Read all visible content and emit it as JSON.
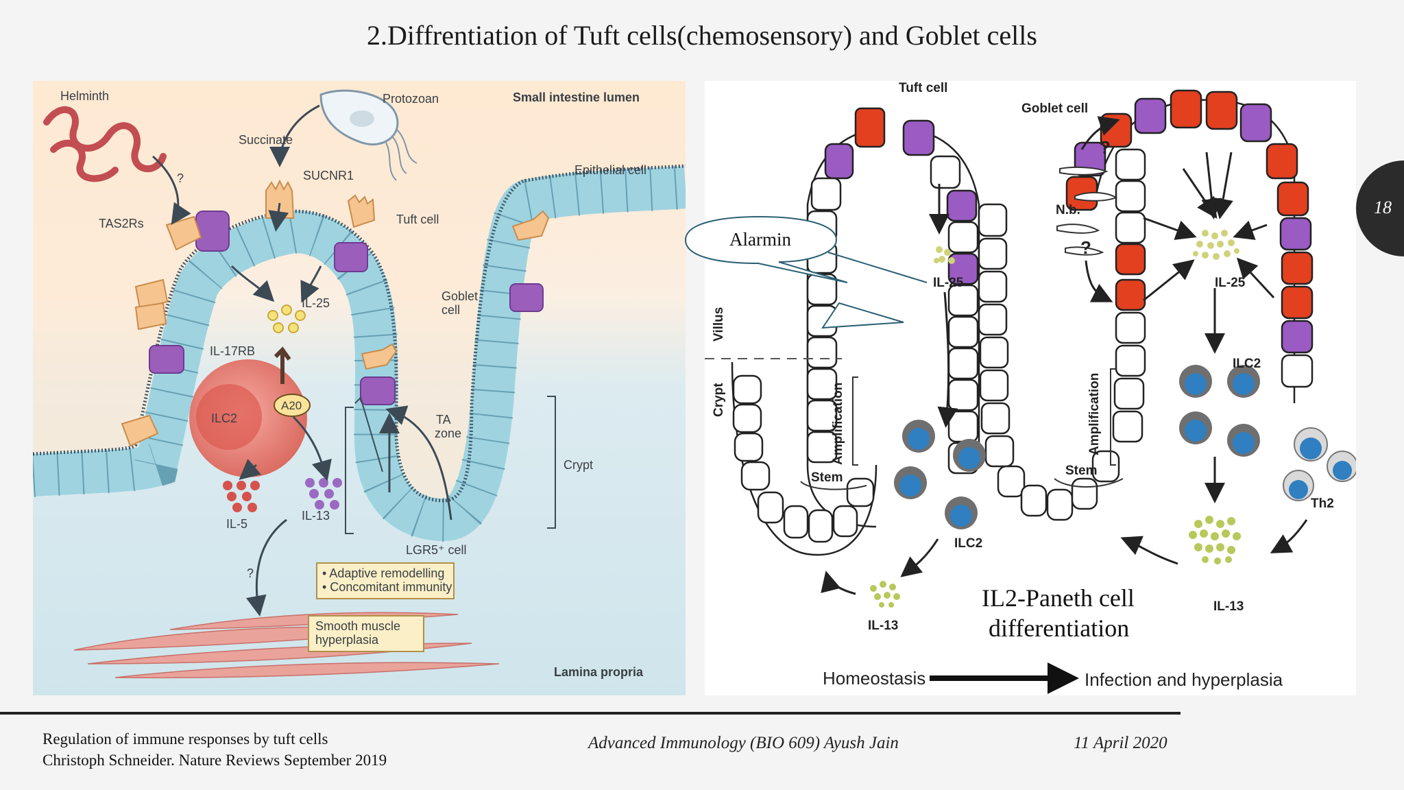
{
  "slide": {
    "title": "2.Diffrentiation of Tuft cells(chemosensory)  and Goblet cells",
    "page_number": "18",
    "reference_line1": "Regulation of immune responses by tuft cells",
    "reference_line2": "Christoph Schneider. Nature Reviews September 2019",
    "course": "Advanced Immunology (BIO 609) Ayush Jain",
    "date": "11 April 2020"
  },
  "left_figure": {
    "labels": {
      "helminth": "Helminth",
      "protozoan": "Protozoan",
      "lumen": "Small intestine lumen",
      "succinate": "Succinate",
      "sucnr1": "SUCNR1",
      "question1": "?",
      "epithelial_cell": "Epithelial cell",
      "tas2rs": "TAS2Rs",
      "tuft_cell": "Tuft cell",
      "il25": "IL-25",
      "goblet_cell_1": "Goblet",
      "goblet_cell_2": "cell",
      "il17rb": "IL-17RB",
      "ilc2": "ILC2",
      "a20": "A20",
      "ta_zone_1": "TA",
      "ta_zone_2": "zone",
      "crypt": "Crypt",
      "il5": "IL-5",
      "il13": "IL-13",
      "lgr5": "LGR5⁺ cell",
      "question2": "?",
      "adaptive": "• Adaptive remodelling",
      "concomitant": "• Concomitant immunity",
      "smooth1": "Smooth muscle",
      "smooth2": "hyperplasia",
      "lamina": "Lamina propria"
    }
  },
  "right_figure": {
    "labels": {
      "tuft_cell": "Tuft cell",
      "goblet_cell": "Goblet cell",
      "villus": "Villus",
      "crypt": "Crypt",
      "amplification_left": "Amplification",
      "amplification_right": "Amplification",
      "stem_left": "Stem",
      "stem_right": "Stem",
      "il25_left": "IL-25",
      "il25_right": "IL-25",
      "ilc2_left": "ILC2",
      "ilc2_right": "ILC2",
      "il13_left": "IL-13",
      "il13_right": "IL-13",
      "nb": "N.b.",
      "q_top": "?",
      "q_bottom": "?",
      "th2": "Th2",
      "homeostasis": "Homeostasis",
      "infection": "Infection and hyperplasia"
    },
    "callout": "Alarmin",
    "annotation_line1": "IL2-Paneth cell",
    "annotation_line2": "differentiation"
  },
  "colors": {
    "tuft_red": "#e2401f",
    "goblet_purple": "#9a5bc3",
    "epithelium_blue": "#9fd3e0",
    "ilc_blue": "#2f7fc1",
    "lumen_bg": "#fce9d3",
    "lamina_bg": "#d4e9ef"
  }
}
